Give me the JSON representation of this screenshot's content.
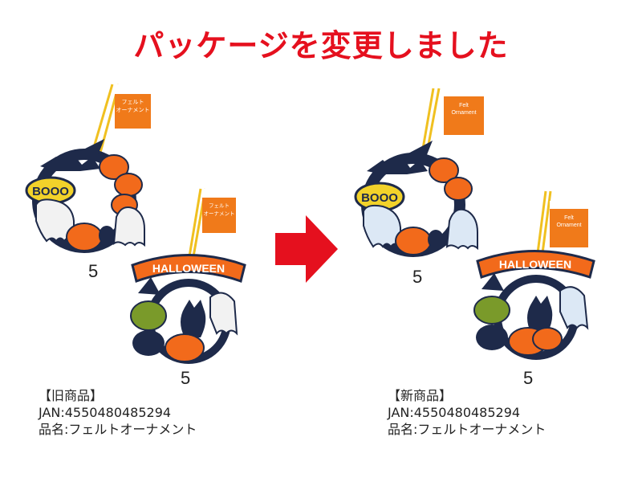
{
  "headline": "パッケージを変更しました",
  "colors": {
    "headline": "#e5101e",
    "arrow": "#e5101e",
    "ribbon": "#f0c020",
    "orange": "#f26a1b",
    "navy": "#1e2a4a",
    "green": "#7a9a2a",
    "ghost": "#f2f2f2"
  },
  "old": {
    "section_label": "【旧商品】",
    "jan": "JAN:4550480485294",
    "name": "品名:フェルトオーナメント",
    "wreath1_count": "5",
    "wreath2_count": "5",
    "tag_text": "フェルト\nオーナメント",
    "boo_text": "BOOO",
    "banner_text": "HALLOWEEN"
  },
  "new": {
    "section_label": "【新商品】",
    "jan": "JAN:4550480485294",
    "name": "品名:フェルトオーナメント",
    "wreath1_count": "5",
    "wreath2_count": "5",
    "tag_text": "Felt\nOrnament",
    "boo_text": "BOOO",
    "banner_text": "HALLOWEEN"
  }
}
